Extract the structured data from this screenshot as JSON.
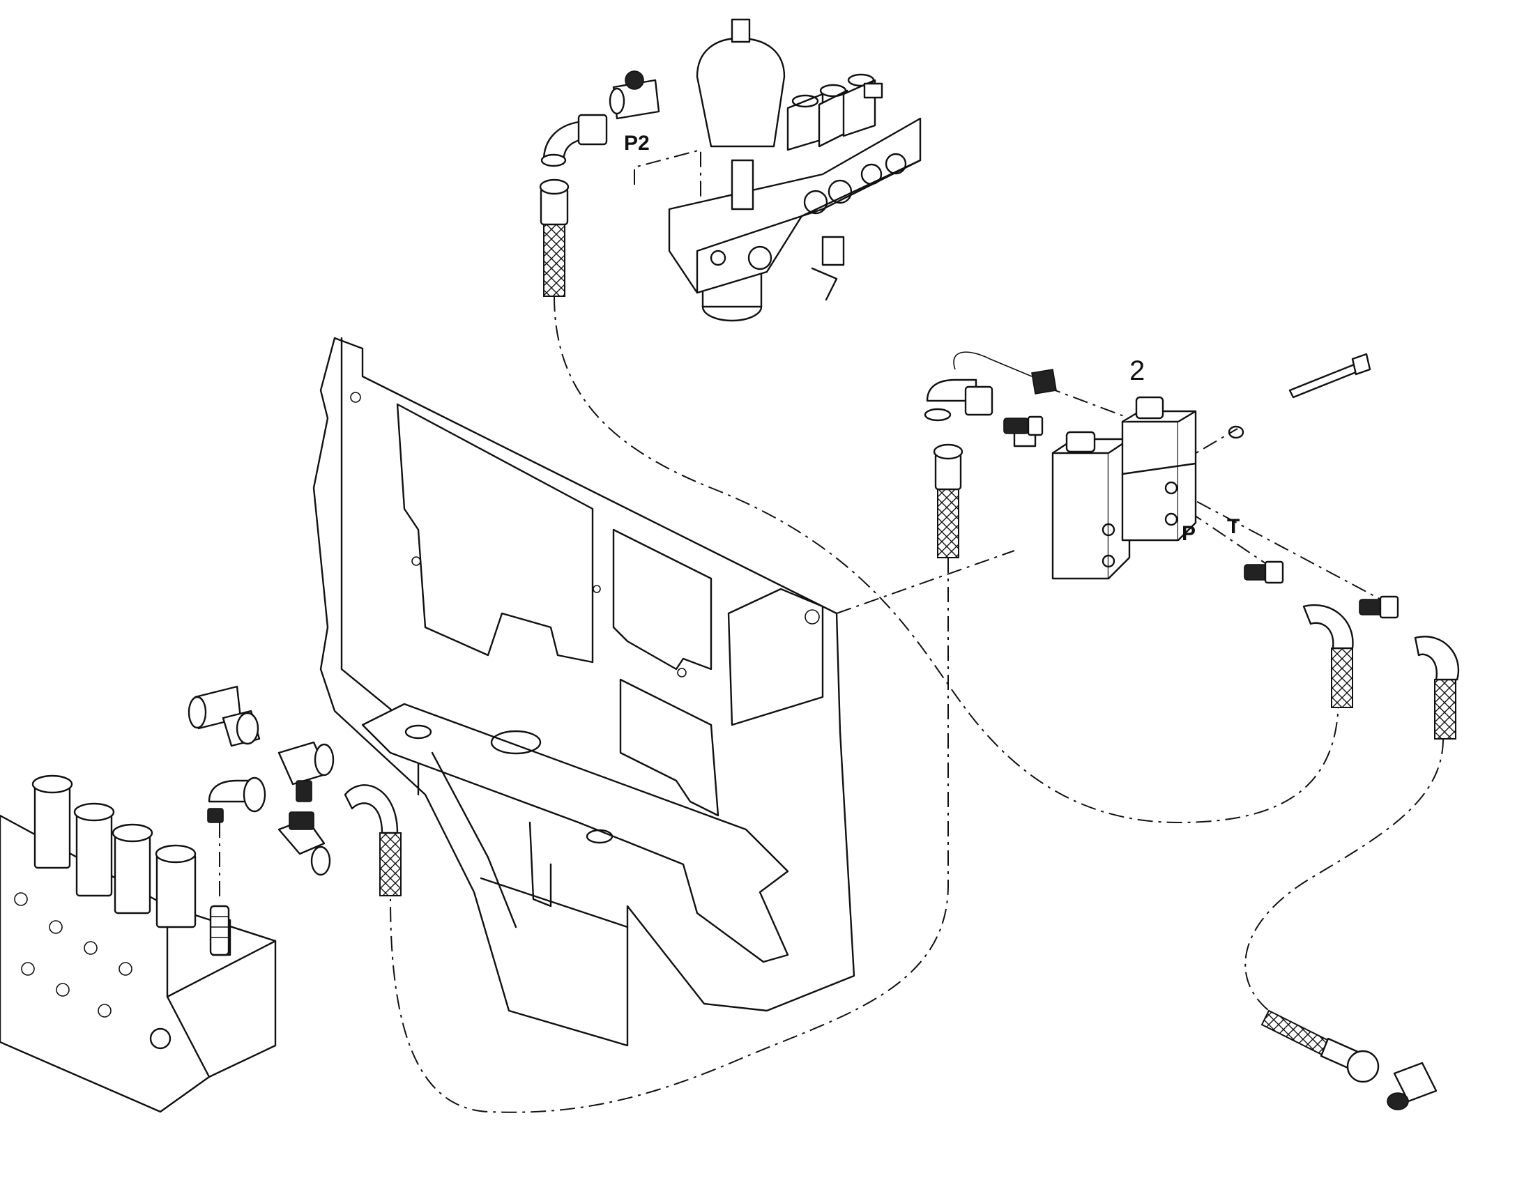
{
  "labels": {
    "port_p2": "P2",
    "item_number": "2",
    "port_p": "P",
    "port_t": "T"
  }
}
